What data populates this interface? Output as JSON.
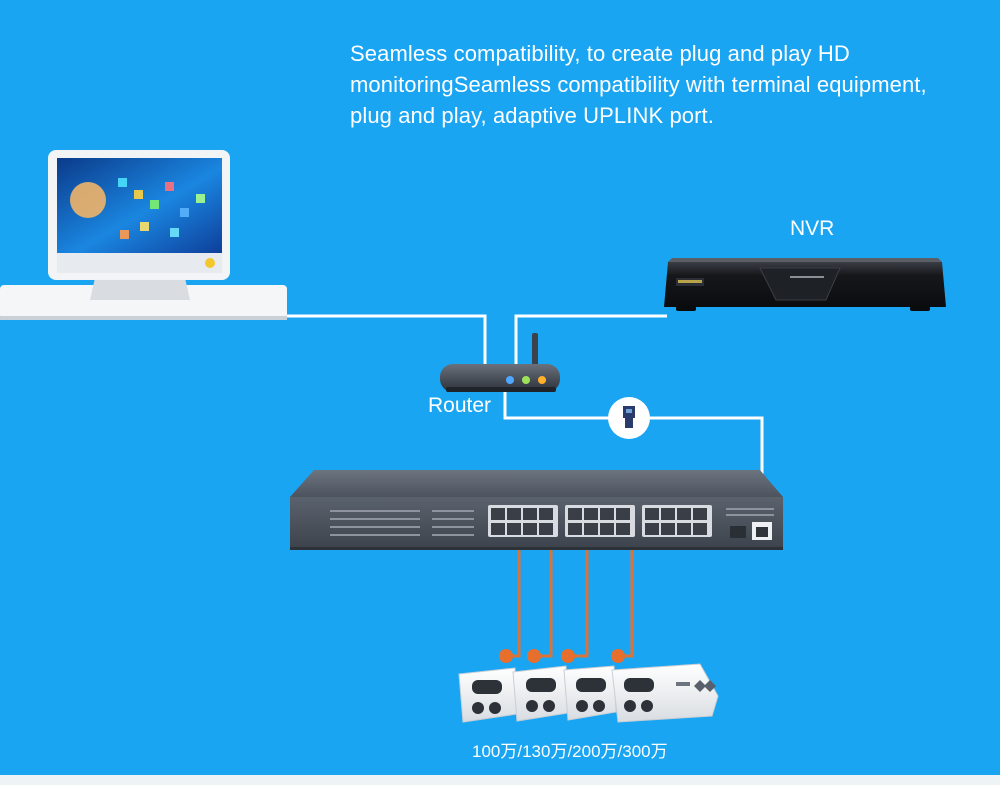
{
  "headline": {
    "line1": "Seamless compatibility, to create plug and play HD",
    "line2": "monitoringSeamless compatibility with terminal equipment,",
    "line3": "plug and play, adaptive UPLINK port."
  },
  "devices": {
    "nvr_label": "NVR",
    "router_label": "Router",
    "camera_resolutions": "100万/130万/200万/300万"
  },
  "colors": {
    "background": "#1aa5f3",
    "cable_white": "#ffffff",
    "cable_orange": "#d9733a",
    "switch_body": "#4a5360"
  },
  "icons": [
    "computer-monitor-icon",
    "nvr-recorder-icon",
    "router-icon",
    "ethernet-plug-icon",
    "poe-switch-icon",
    "bullet-camera-icon"
  ]
}
